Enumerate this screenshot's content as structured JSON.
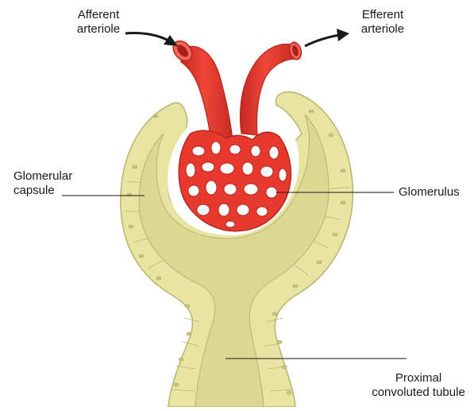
{
  "labels": {
    "afferent": {
      "line1": "Afferent",
      "line2": "arteriole"
    },
    "efferent": {
      "line1": "Efferent",
      "line2": "arteriole"
    },
    "capsule": {
      "line1": "Glomerular",
      "line2": "capsule"
    },
    "glomerulus": "Glomerulus",
    "pct": {
      "line1": "Proximal",
      "line2": "convoluted tubule"
    }
  },
  "colors": {
    "capsule_fill": "#e8e4a2",
    "capsule_lumen": "#dcd893",
    "capsule_outline": "#b7b36c",
    "cell_nucleus": "#c9c57e",
    "vessel_red": "#e8392f",
    "vessel_dark": "#c62a22",
    "vessel_highlight": "#f3675b",
    "leader_line": "#1a1a1a"
  }
}
